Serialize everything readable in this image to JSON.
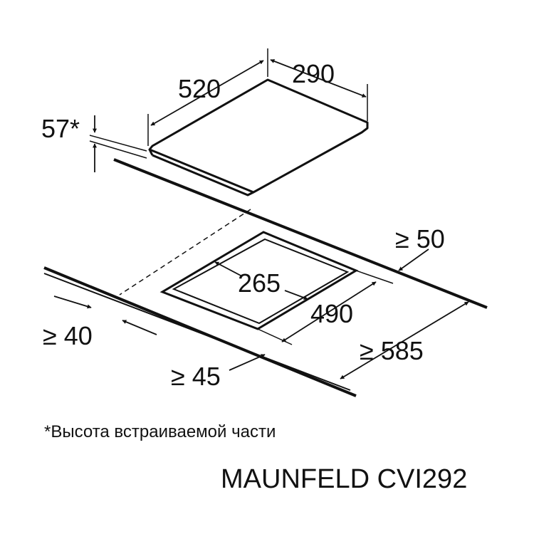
{
  "colors": {
    "ink": "#111111",
    "background": "#ffffff"
  },
  "dimensions": {
    "hob_length": "520",
    "hob_width": "290",
    "built_in_height": "57*",
    "cutout_width": "265",
    "cutout_length": "490",
    "rear_clearance": "≥ 50",
    "front_clearance": "≥ 40",
    "side_clearance": "≥ 45",
    "counter_depth": "≥ 585"
  },
  "footnote": "*Высота встраиваемой части",
  "model": "MAUNFELD CVI292"
}
